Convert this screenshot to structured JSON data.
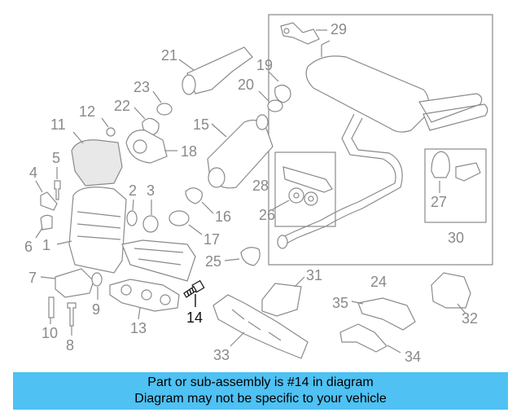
{
  "diagram": {
    "callouts": [
      {
        "id": "1",
        "text": "1"
      },
      {
        "id": "2",
        "text": "2"
      },
      {
        "id": "3",
        "text": "3"
      },
      {
        "id": "4",
        "text": "4"
      },
      {
        "id": "5",
        "text": "5"
      },
      {
        "id": "6",
        "text": "6"
      },
      {
        "id": "7",
        "text": "7"
      },
      {
        "id": "8",
        "text": "8"
      },
      {
        "id": "9",
        "text": "9"
      },
      {
        "id": "10",
        "text": "10"
      },
      {
        "id": "11",
        "text": "11"
      },
      {
        "id": "12",
        "text": "12"
      },
      {
        "id": "13",
        "text": "13"
      },
      {
        "id": "14",
        "text": "14"
      },
      {
        "id": "15",
        "text": "15"
      },
      {
        "id": "16",
        "text": "16"
      },
      {
        "id": "17",
        "text": "17"
      },
      {
        "id": "18",
        "text": "18"
      },
      {
        "id": "19",
        "text": "19"
      },
      {
        "id": "20",
        "text": "20"
      },
      {
        "id": "21",
        "text": "21"
      },
      {
        "id": "22",
        "text": "22"
      },
      {
        "id": "23",
        "text": "23"
      },
      {
        "id": "24",
        "text": "24"
      },
      {
        "id": "25",
        "text": "25"
      },
      {
        "id": "26",
        "text": "26"
      },
      {
        "id": "27",
        "text": "27"
      },
      {
        "id": "28",
        "text": "28"
      },
      {
        "id": "29",
        "text": "29"
      },
      {
        "id": "30",
        "text": "30"
      },
      {
        "id": "31",
        "text": "31"
      },
      {
        "id": "32",
        "text": "32"
      },
      {
        "id": "33",
        "text": "33"
      },
      {
        "id": "34",
        "text": "34"
      },
      {
        "id": "35",
        "text": "35"
      }
    ],
    "highlighted_part": "14"
  },
  "banner": {
    "line1": "Part or sub-assembly is #14 in diagram",
    "line2": "Diagram may not be specific to your vehicle",
    "color": "#4fc1f3"
  },
  "colors": {
    "line_art": "#8a8a8a",
    "highlight": "#111111",
    "background": "#ffffff"
  }
}
